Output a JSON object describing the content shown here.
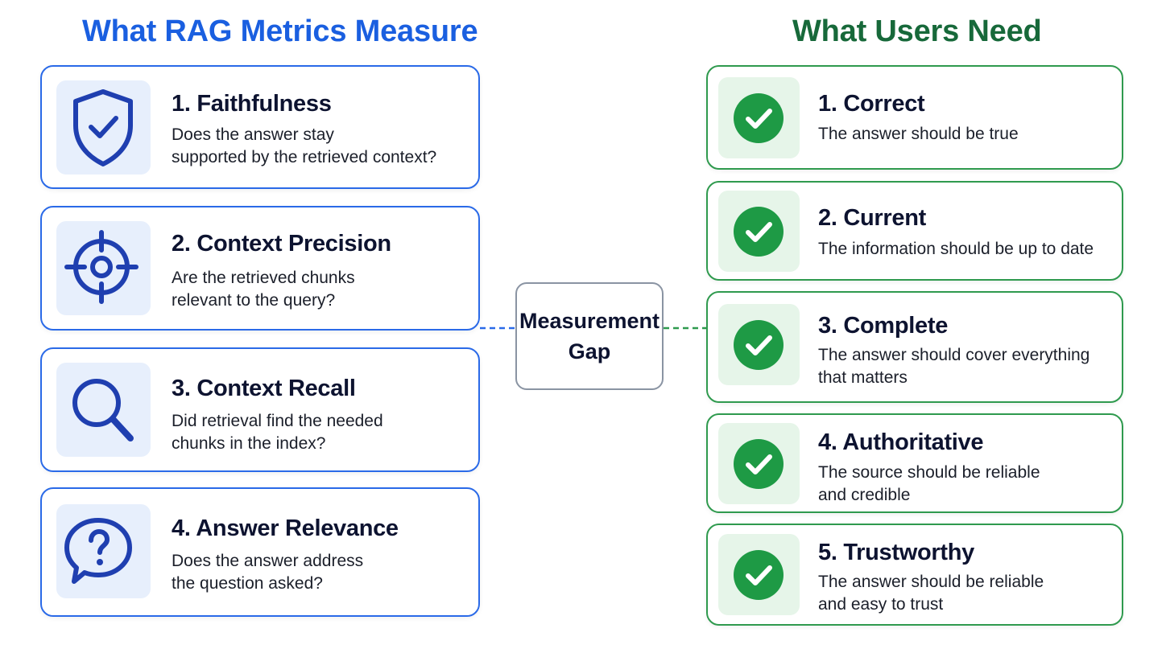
{
  "left_heading": "What RAG Metrics Measure",
  "right_heading": "What Users Need",
  "gap_label": "Measurement\nGap",
  "colors": {
    "blue_accent": "#1a5fe0",
    "green_accent": "#17693a",
    "blue_border": "#2a6ae8",
    "green_border": "#2f9a4e"
  },
  "metrics": [
    {
      "title": "1. Faithfulness",
      "description": "Does the answer stay\nsupported by the retrieved context?",
      "icon": "shield-check-icon"
    },
    {
      "title": "2. Context Precision",
      "description": "Are the retrieved chunks\nrelevant to the query?",
      "icon": "crosshair-target-icon"
    },
    {
      "title": "3. Context Recall",
      "description": "Did retrieval find the needed\nchunks in the index?",
      "icon": "magnifier-icon"
    },
    {
      "title": "4. Answer Relevance",
      "description": "Does the answer address\nthe question asked?",
      "icon": "question-bubble-icon"
    }
  ],
  "needs": [
    {
      "title": "1. Correct",
      "description": "The answer should be true",
      "icon": "check-circle-icon"
    },
    {
      "title": "2. Current",
      "description": "The information should be up to date",
      "icon": "check-circle-icon"
    },
    {
      "title": "3. Complete",
      "description": "The answer should cover everything\nthat matters",
      "icon": "check-circle-icon"
    },
    {
      "title": "4. Authoritative",
      "description": "The source should be reliable\nand credible",
      "icon": "check-circle-icon"
    },
    {
      "title": "5. Trustworthy",
      "description": "The answer should be reliable\nand easy to trust",
      "icon": "check-circle-icon"
    }
  ]
}
